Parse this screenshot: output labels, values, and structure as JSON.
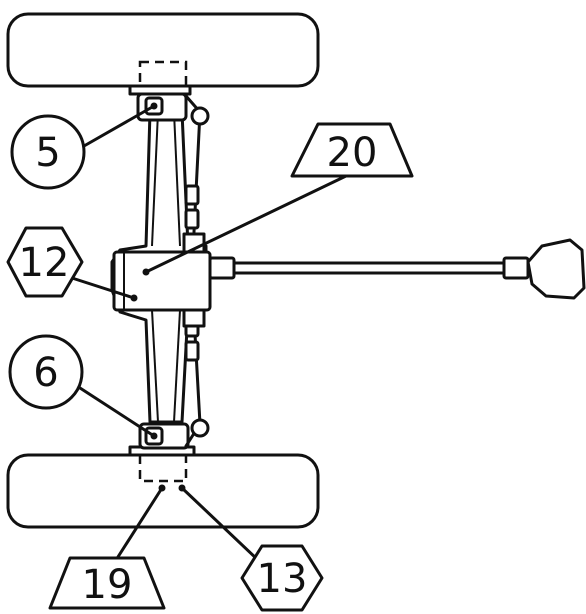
{
  "callouts": {
    "c5": "5",
    "c6": "6",
    "c12": "12",
    "c13": "13",
    "c19": "19",
    "c20": "20"
  },
  "colors": {
    "ink": "#111111",
    "paper": "#ffffff"
  }
}
